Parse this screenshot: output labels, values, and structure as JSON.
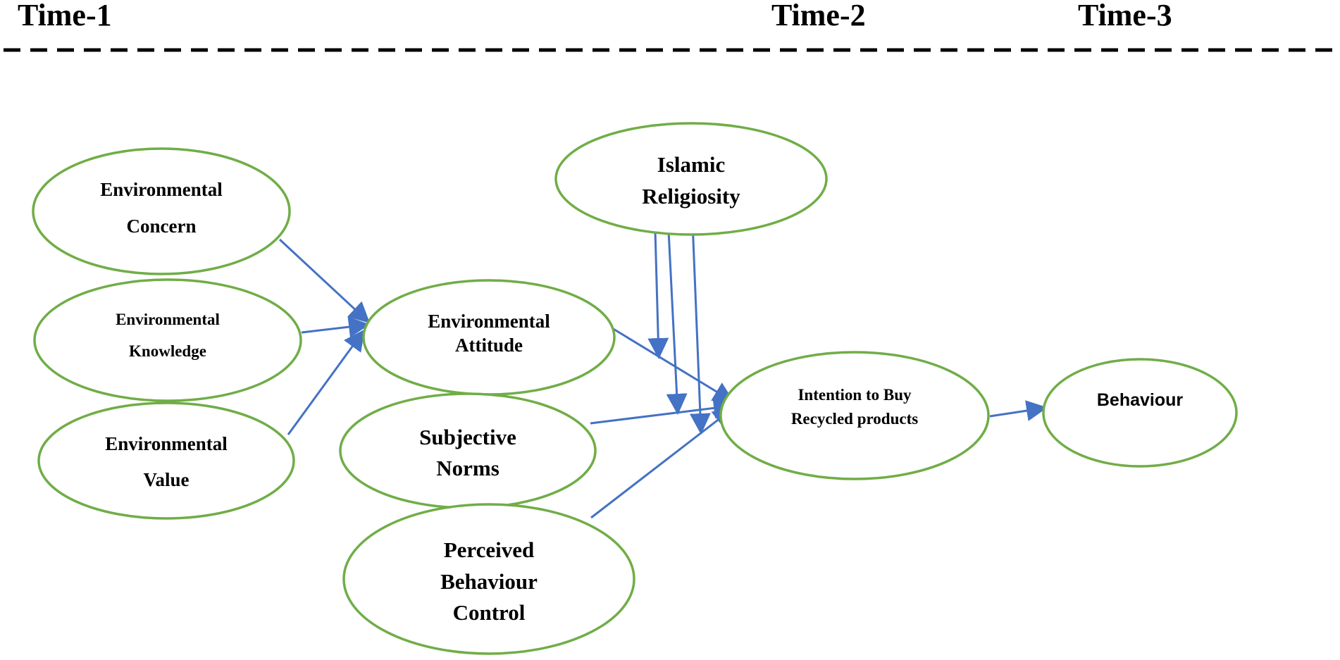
{
  "header": {
    "time1": "Time-1",
    "time2": "Time-2",
    "time3": "Time-3"
  },
  "nodes": {
    "environmental_concern": [
      "Environmental",
      "Concern"
    ],
    "environmental_knowledge": [
      "Environmental",
      "Knowledge"
    ],
    "environmental_value": [
      "Environmental",
      "Value"
    ],
    "environmental_attitude": [
      "Environmental",
      "Attitude"
    ],
    "subjective_norms": [
      "Subjective",
      "Norms"
    ],
    "perceived_behaviour_control": [
      "Perceived",
      "Behaviour",
      "Control"
    ],
    "islamic_religiosity": [
      "Islamic",
      "Religiosity"
    ],
    "intention_to_buy": [
      "Intention to Buy",
      "Recycled products"
    ],
    "behaviour": [
      "Behaviour"
    ]
  },
  "colors": {
    "node_stroke": "#70ad47",
    "arrow": "#4472c4"
  }
}
